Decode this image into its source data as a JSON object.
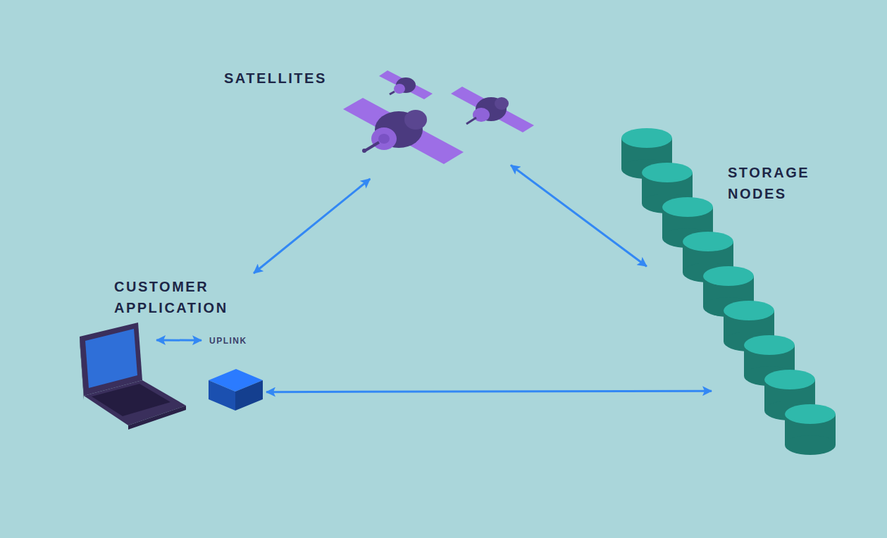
{
  "diagram": {
    "nodes": [
      {
        "text": [
          "SATELLITES"
        ]
      },
      {
        "text": [
          "STORAGE NODES"
        ]
      },
      {
        "text": [
          "CUSTOMER APPLICATION"
        ]
      },
      {
        "text": [
          "UPLINK"
        ],
        "in": 2
      }
    ],
    "edges": [
      {
        "from": 2,
        "to": 0,
        "arrow": "both"
      },
      {
        "from": 0,
        "to": 1,
        "arrow": "both"
      },
      {
        "from": 3,
        "to": 1,
        "arrow": "both"
      },
      {
        "from": 2,
        "to": 3,
        "arrow": "both"
      }
    ]
  }
}
